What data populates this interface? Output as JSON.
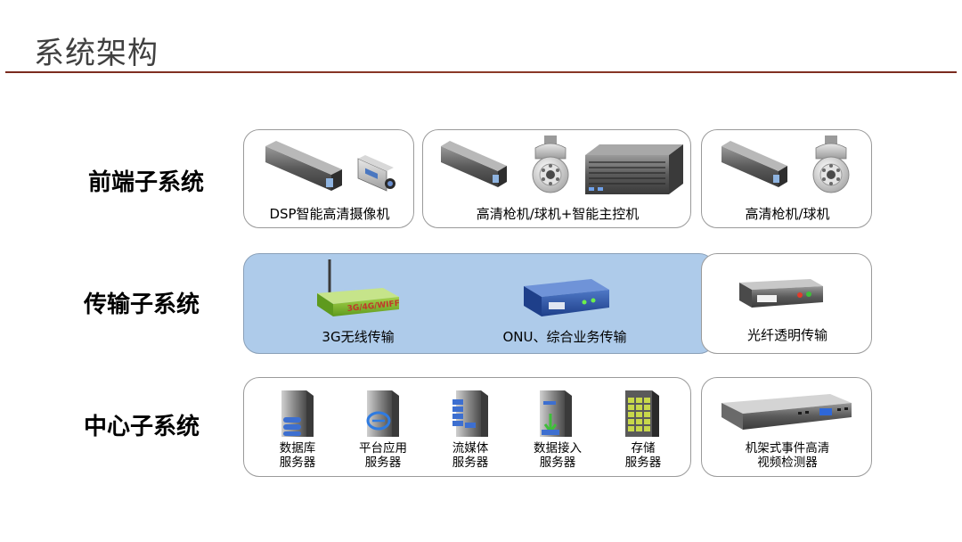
{
  "header": {
    "title": "系统架构"
  },
  "rows": {
    "front": {
      "label": "前端子系统"
    },
    "trans": {
      "label": "传输子系统"
    },
    "center": {
      "label": "中心子系统"
    }
  },
  "front_boxes": [
    {
      "caption": "DSP智能高清摄像机",
      "icons": [
        "box-camera-icon",
        "box-camera-icon"
      ]
    },
    {
      "caption": "高清枪机/球机+智能主控机",
      "icons": [
        "bullet-camera-icon",
        "dome-camera-icon",
        "controller-icon"
      ]
    },
    {
      "caption": "高清枪机/球机",
      "icons": [
        "bullet-camera-icon",
        "dome-camera-icon"
      ]
    }
  ],
  "trans_items": [
    {
      "caption": "3G无线传输",
      "icon": "wireless-router-icon",
      "device_label": "3G/4G/WIFF"
    },
    {
      "caption": "ONU、综合业务传输",
      "icon": "onu-device-icon"
    },
    {
      "caption": "光纤透明传输",
      "icon": "fiber-transceiver-icon"
    }
  ],
  "center_servers": [
    {
      "line1": "数据库",
      "line2": "服务器",
      "icon": "database-server-icon"
    },
    {
      "line1": "平台应用",
      "line2": "服务器",
      "icon": "app-server-icon"
    },
    {
      "line1": "流媒体",
      "line2": "服务器",
      "icon": "media-server-icon"
    },
    {
      "line1": "数据接入",
      "line2": "服务器",
      "icon": "access-server-icon"
    },
    {
      "line1": "存储",
      "line2": "服务器",
      "icon": "storage-server-icon"
    }
  ],
  "detector": {
    "line1": "机架式事件高清",
    "line2": "视频检测器",
    "icon": "rack-detector-icon"
  },
  "colors": {
    "transport_fill": "#aecbea",
    "rule": "#7a2a1e",
    "title": "#404040"
  }
}
